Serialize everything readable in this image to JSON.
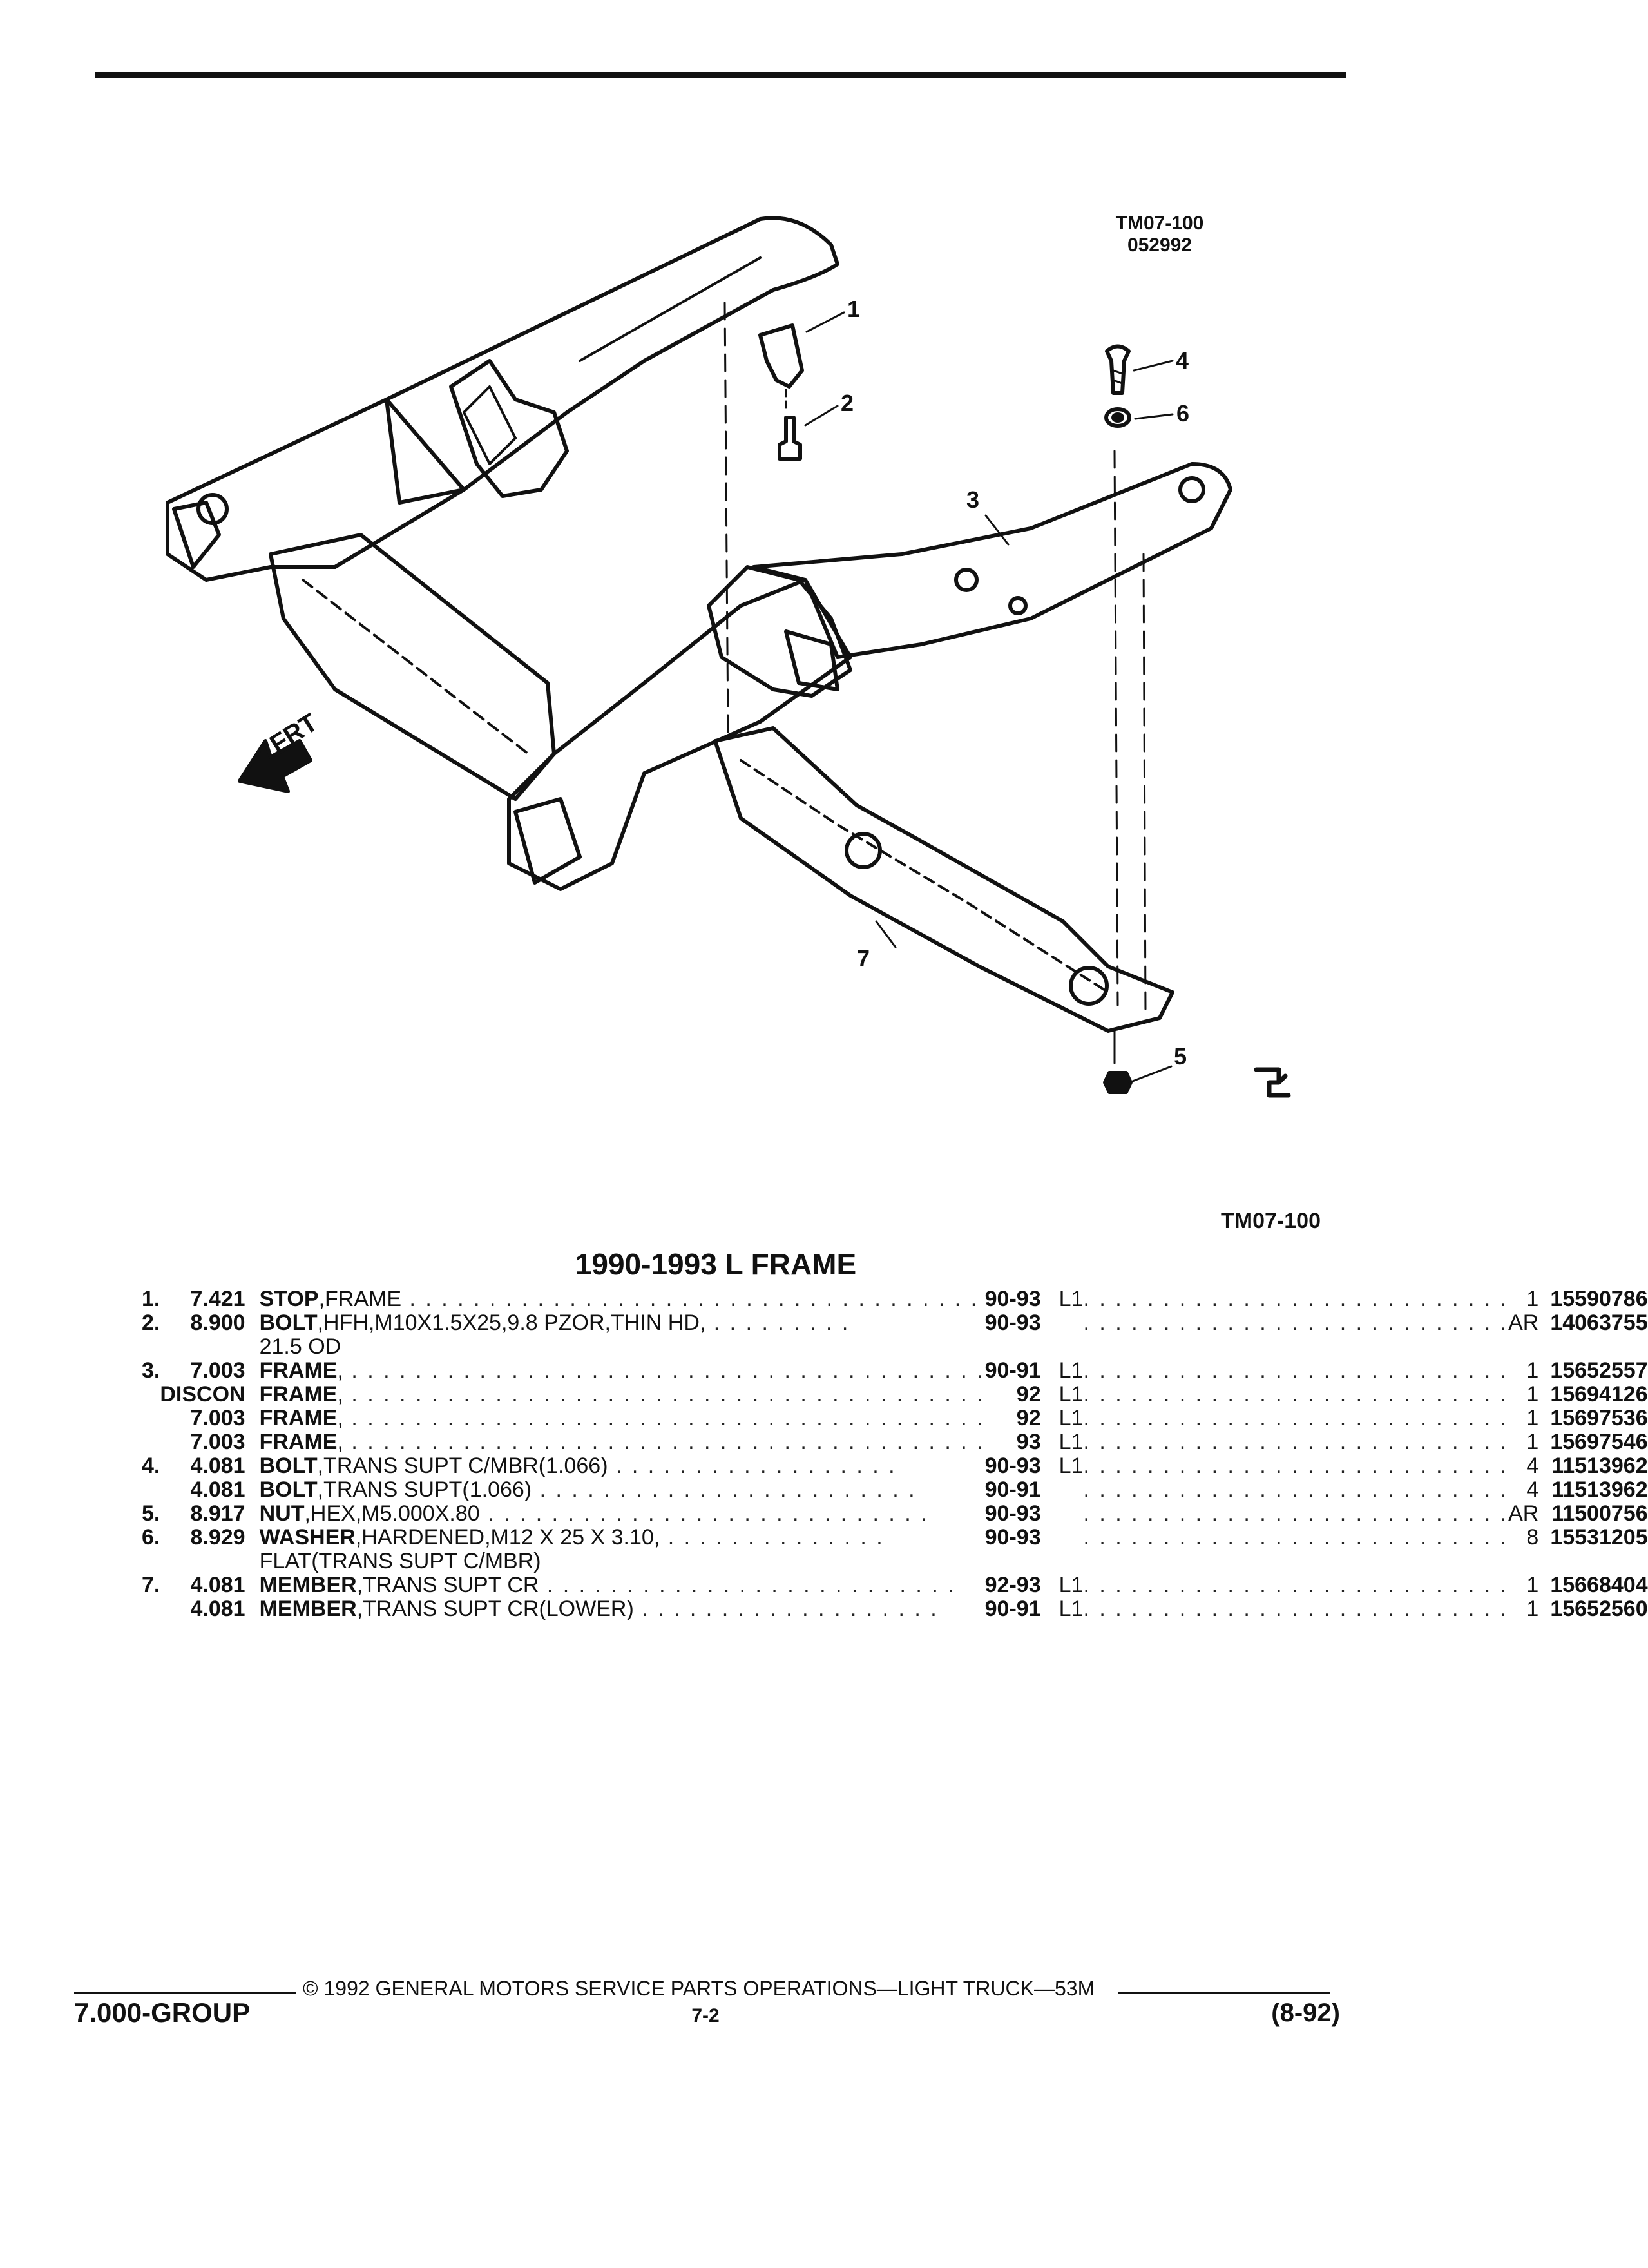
{
  "diagram": {
    "ref_code_top": "TM07-100",
    "ref_date_top": "052992",
    "front_label": "FRT",
    "callouts": [
      "1",
      "2",
      "3",
      "4",
      "5",
      "6",
      "7"
    ],
    "ref_code_bottom": "TM07-100"
  },
  "title": "1990-1993 L FRAME",
  "parts": [
    {
      "num": "1.",
      "cat": "7.421",
      "name": "STOP",
      "detail": ",FRAME",
      "years": "90-93",
      "code": "L1",
      "qty": "1",
      "part": "15590786"
    },
    {
      "num": "2.",
      "cat": "8.900",
      "name": "BOLT",
      "detail": ",HFH,M10X1.5X25,9.8 PZOR,THIN HD,",
      "years": "90-93",
      "code": "",
      "qty": "AR",
      "part": "14063755"
    },
    {
      "num": "",
      "cat": "",
      "name": "",
      "detail": "21.5 OD",
      "years": "",
      "code": "",
      "qty": "",
      "part": ""
    },
    {
      "num": "3.",
      "cat": "7.003",
      "name": "FRAME",
      "detail": ",",
      "years": "90-91",
      "code": "L1",
      "qty": "1",
      "part": "15652557"
    },
    {
      "num": "",
      "cat": "DISCON",
      "name": "FRAME",
      "detail": ",",
      "years": "92",
      "code": "L1",
      "qty": "1",
      "part": "15694126"
    },
    {
      "num": "",
      "cat": "7.003",
      "name": "FRAME",
      "detail": ",",
      "years": "92",
      "code": "L1",
      "qty": "1",
      "part": "15697536"
    },
    {
      "num": "",
      "cat": "7.003",
      "name": "FRAME",
      "detail": ",",
      "years": "93",
      "code": "L1",
      "qty": "1",
      "part": "15697546"
    },
    {
      "num": "4.",
      "cat": "4.081",
      "name": "BOLT",
      "detail": ",TRANS SUPT C/MBR(1.066)",
      "years": "90-93",
      "code": "L1",
      "qty": "4",
      "part": "11513962"
    },
    {
      "num": "",
      "cat": "4.081",
      "name": "BOLT",
      "detail": ",TRANS SUPT(1.066)",
      "years": "90-91",
      "code": "",
      "qty": "4",
      "part": "11513962"
    },
    {
      "num": "5.",
      "cat": "8.917",
      "name": "NUT",
      "detail": ",HEX,M5.000X.80",
      "years": "90-93",
      "code": "",
      "qty": "AR",
      "part": "11500756"
    },
    {
      "num": "6.",
      "cat": "8.929",
      "name": "WASHER",
      "detail": ",HARDENED,M12 X 25 X 3.10,",
      "years": "90-93",
      "code": "",
      "qty": "8",
      "part": "15531205"
    },
    {
      "num": "",
      "cat": "",
      "name": "",
      "detail": "FLAT(TRANS SUPT C/MBR)",
      "years": "",
      "code": "",
      "qty": "",
      "part": ""
    },
    {
      "num": "7.",
      "cat": "4.081",
      "name": "MEMBER",
      "detail": ",TRANS SUPT CR",
      "years": "92-93",
      "code": "L1",
      "qty": "1",
      "part": "15668404"
    },
    {
      "num": "",
      "cat": "4.081",
      "name": "MEMBER",
      "detail": ",TRANS SUPT CR(LOWER)",
      "years": "90-91",
      "code": "L1",
      "qty": "1",
      "part": "15652560"
    }
  ],
  "footer": {
    "copyright": "© 1992 GENERAL MOTORS SERVICE PARTS OPERATIONS—LIGHT TRUCK—53M",
    "group": "7.000-GROUP",
    "page": "7-2",
    "date_code": "(8-92)"
  }
}
